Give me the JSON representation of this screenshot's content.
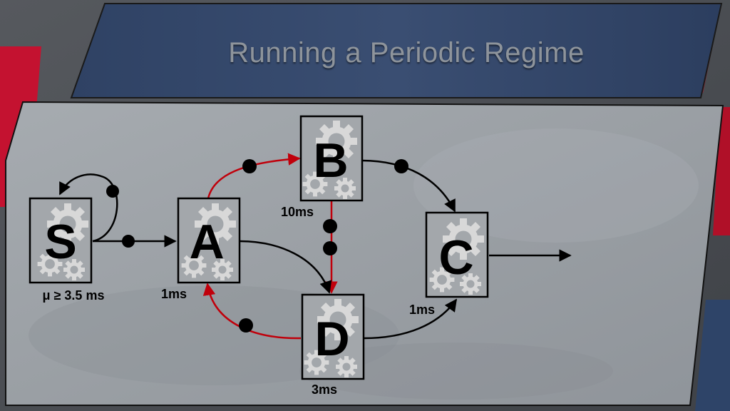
{
  "title": "Running a Periodic Regime",
  "nodes": {
    "S": {
      "letter": "S",
      "label": "μ ≥ 3.5 ms"
    },
    "A": {
      "letter": "A",
      "label": "1ms"
    },
    "B": {
      "letter": "B",
      "label": "10ms"
    },
    "C": {
      "letter": "C",
      "label": "1ms"
    },
    "D": {
      "letter": "D",
      "label": "3ms"
    }
  },
  "colors": {
    "panel_fill": "#9ea3a8",
    "title_bar": "#33476a",
    "highlight_edge": "#c0000b",
    "edge": "#000000",
    "accent_red": "#c41230"
  }
}
